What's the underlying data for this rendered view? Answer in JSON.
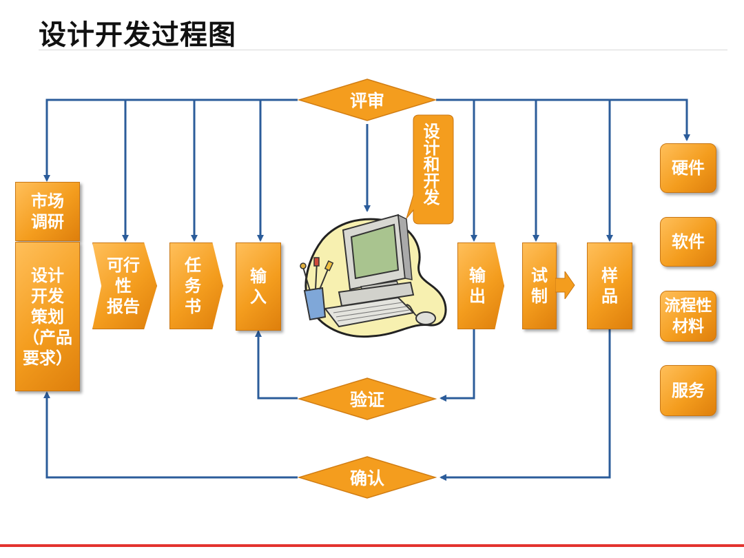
{
  "title": "设计开发过程图",
  "diamonds": {
    "review": "评审",
    "verify": "验证",
    "confirm": "确认"
  },
  "callout": "设计和开发",
  "left": {
    "market": "市场\n调研",
    "plan": "设计\n开发\n策划\n（产品\n要求）"
  },
  "flow": {
    "feasibility": "可行\n性\n报告",
    "task": "任\n务\n书",
    "input": "输\n入",
    "output": "输\n出",
    "trial": "试\n制",
    "sample": "样\n品"
  },
  "outputs": [
    "硬件",
    "软件",
    "流程性\n材料",
    "服务"
  ],
  "colors": {
    "orange": "#f49d1e",
    "line": "#2b5c9a",
    "rule": "#e3332e"
  }
}
